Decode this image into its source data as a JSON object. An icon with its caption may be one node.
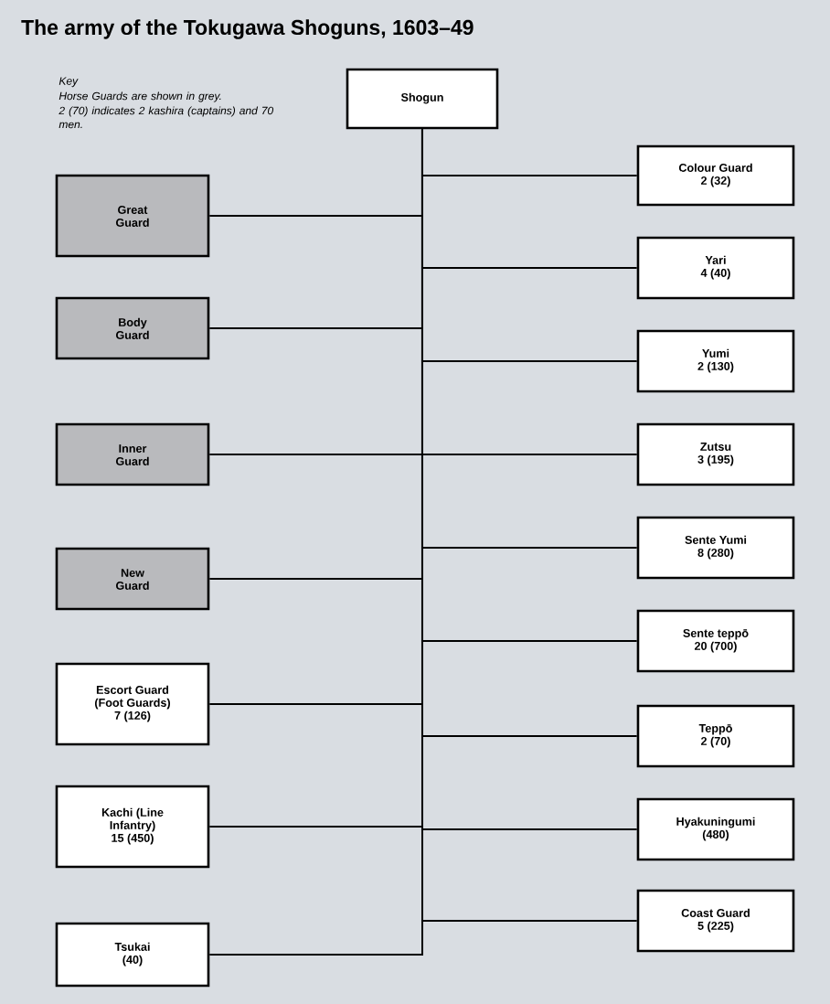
{
  "diagram": {
    "title": "The army of the Tokugawa Shoguns, 1603–49",
    "nodes": [
      {
        "text": [
          "Shogun"
        ]
      },
      {
        "text": [
          "Great Guard"
        ]
      },
      {
        "text": [
          "Body Guard"
        ]
      },
      {
        "text": [
          "Inner Guard"
        ]
      },
      {
        "text": [
          "New Guard"
        ]
      },
      {
        "text": [
          "Escort Guard (Foot Guards)",
          "7 (126)"
        ]
      },
      {
        "text": [
          "Kachi (Line Infantry)",
          "15 (450)"
        ]
      },
      {
        "text": [
          "Tsukai",
          "(40)"
        ]
      },
      {
        "text": [
          "Colour Guard",
          "2 (32)"
        ]
      },
      {
        "text": [
          "Yari",
          "4 (40)"
        ]
      },
      {
        "text": [
          "Yumi",
          "2 (130)"
        ]
      },
      {
        "text": [
          "Zutsu",
          "3 (195)"
        ]
      },
      {
        "text": [
          "Sente Yumi",
          "8 (280)"
        ]
      },
      {
        "text": [
          "Sente teppō",
          "20 (700)"
        ]
      },
      {
        "text": [
          "Teppō",
          "2 (70)"
        ]
      },
      {
        "text": [
          "Hyakuningumi",
          "(480)"
        ]
      },
      {
        "text": [
          "Coast Guard",
          "5 (225)"
        ]
      }
    ],
    "edges": [
      {
        "from": 0,
        "to": 1,
        "arrow": "none"
      },
      {
        "from": 0,
        "to": 2,
        "arrow": "none"
      },
      {
        "from": 0,
        "to": 3,
        "arrow": "none"
      },
      {
        "from": 0,
        "to": 4,
        "arrow": "none"
      },
      {
        "from": 0,
        "to": 5,
        "arrow": "none"
      },
      {
        "from": 0,
        "to": 6,
        "arrow": "none"
      },
      {
        "from": 0,
        "to": 7,
        "arrow": "none"
      },
      {
        "from": 0,
        "to": 8,
        "arrow": "none"
      },
      {
        "from": 0,
        "to": 9,
        "arrow": "none"
      },
      {
        "from": 0,
        "to": 10,
        "arrow": "none"
      },
      {
        "from": 0,
        "to": 11,
        "arrow": "none"
      },
      {
        "from": 0,
        "to": 12,
        "arrow": "none"
      },
      {
        "from": 0,
        "to": 13,
        "arrow": "none"
      },
      {
        "from": 0,
        "to": 14,
        "arrow": "none"
      },
      {
        "from": 0,
        "to": 15,
        "arrow": "none"
      },
      {
        "from": 0,
        "to": 16,
        "arrow": "none"
      }
    ],
    "labels": [
      "Key",
      "Horse Guards are shown in grey.",
      "2 (70) indicates 2 kashira (captains) and 70 men."
    ]
  }
}
